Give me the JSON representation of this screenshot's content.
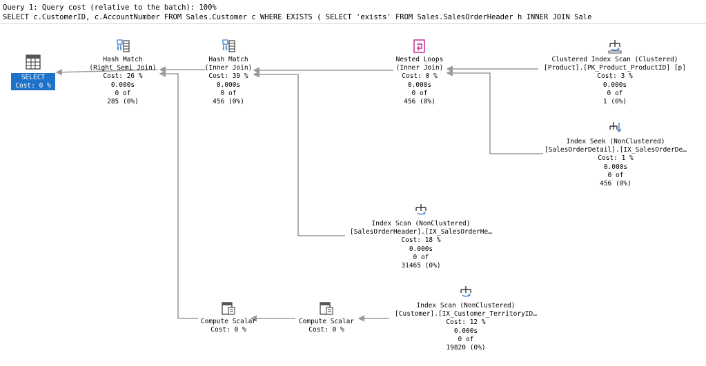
{
  "query": {
    "header": "Query 1: Query cost (relative to the batch): 100%",
    "sql": "SELECT c.CustomerID, c.AccountNumber FROM Sales.Customer c WHERE EXISTS ( SELECT 'exists' FROM Sales.SalesOrderHeader h INNER JOIN Sale"
  },
  "colors": {
    "selected": "#1e72c9",
    "arrow": "#9a9a9a",
    "icon_blue": "#3a7fc5",
    "icon_magenta": "#c0208f"
  },
  "select_op": {
    "name": "SELECT",
    "cost": "Cost: 0 %",
    "icon": "results-grid-icon"
  },
  "ops": {
    "hash_semi": {
      "name": "Hash Match",
      "detail": "(Right Semi Join)",
      "cost": "Cost: 26 %",
      "time": "0.000s",
      "rows": "0 of",
      "est": "285 (0%)",
      "icon": "hash-match-icon"
    },
    "hash_inner": {
      "name": "Hash Match",
      "detail": "(Inner Join)",
      "cost": "Cost: 39 %",
      "time": "0.000s",
      "rows": "0 of",
      "est": "456 (0%)",
      "icon": "hash-match-icon"
    },
    "nested_loops": {
      "name": "Nested Loops",
      "detail": "(Inner Join)",
      "cost": "Cost: 0 %",
      "time": "0.000s",
      "rows": "0 of",
      "est": "456 (0%)",
      "icon": "nested-loops-icon"
    },
    "clustered_scan": {
      "name": "Clustered Index Scan (Clustered)",
      "detail": "[Product].[PK_Product_ProductID] [p]",
      "cost": "Cost: 3 %",
      "time": "0.000s",
      "rows": "0 of",
      "est": "1 (0%)",
      "icon": "clustered-index-scan-icon"
    },
    "index_seek": {
      "name": "Index Seek (NonClustered)",
      "detail": "[SalesOrderDetail].[IX_SalesOrderDe…",
      "cost": "Cost: 1 %",
      "time": "0.000s",
      "rows": "0 of",
      "est": "456 (0%)",
      "icon": "index-seek-icon"
    },
    "scan_soh": {
      "name": "Index Scan (NonClustered)",
      "detail": "[SalesOrderHeader].[IX_SalesOrderHe…",
      "cost": "Cost: 18 %",
      "time": "0.000s",
      "rows": "0 of",
      "est": "31465 (0%)",
      "icon": "index-scan-icon"
    },
    "scan_cust": {
      "name": "Index Scan (NonClustered)",
      "detail": "[Customer].[IX_Customer_TerritoryID…",
      "cost": "Cost: 12 %",
      "time": "0.000s",
      "rows": "0 of",
      "est": "19820 (0%)",
      "icon": "index-scan-icon"
    },
    "compute_1": {
      "name": "Compute Scalar",
      "cost": "Cost: 0 %",
      "icon": "compute-scalar-icon"
    },
    "compute_2": {
      "name": "Compute Scalar",
      "cost": "Cost: 0 %",
      "icon": "compute-scalar-icon"
    }
  }
}
